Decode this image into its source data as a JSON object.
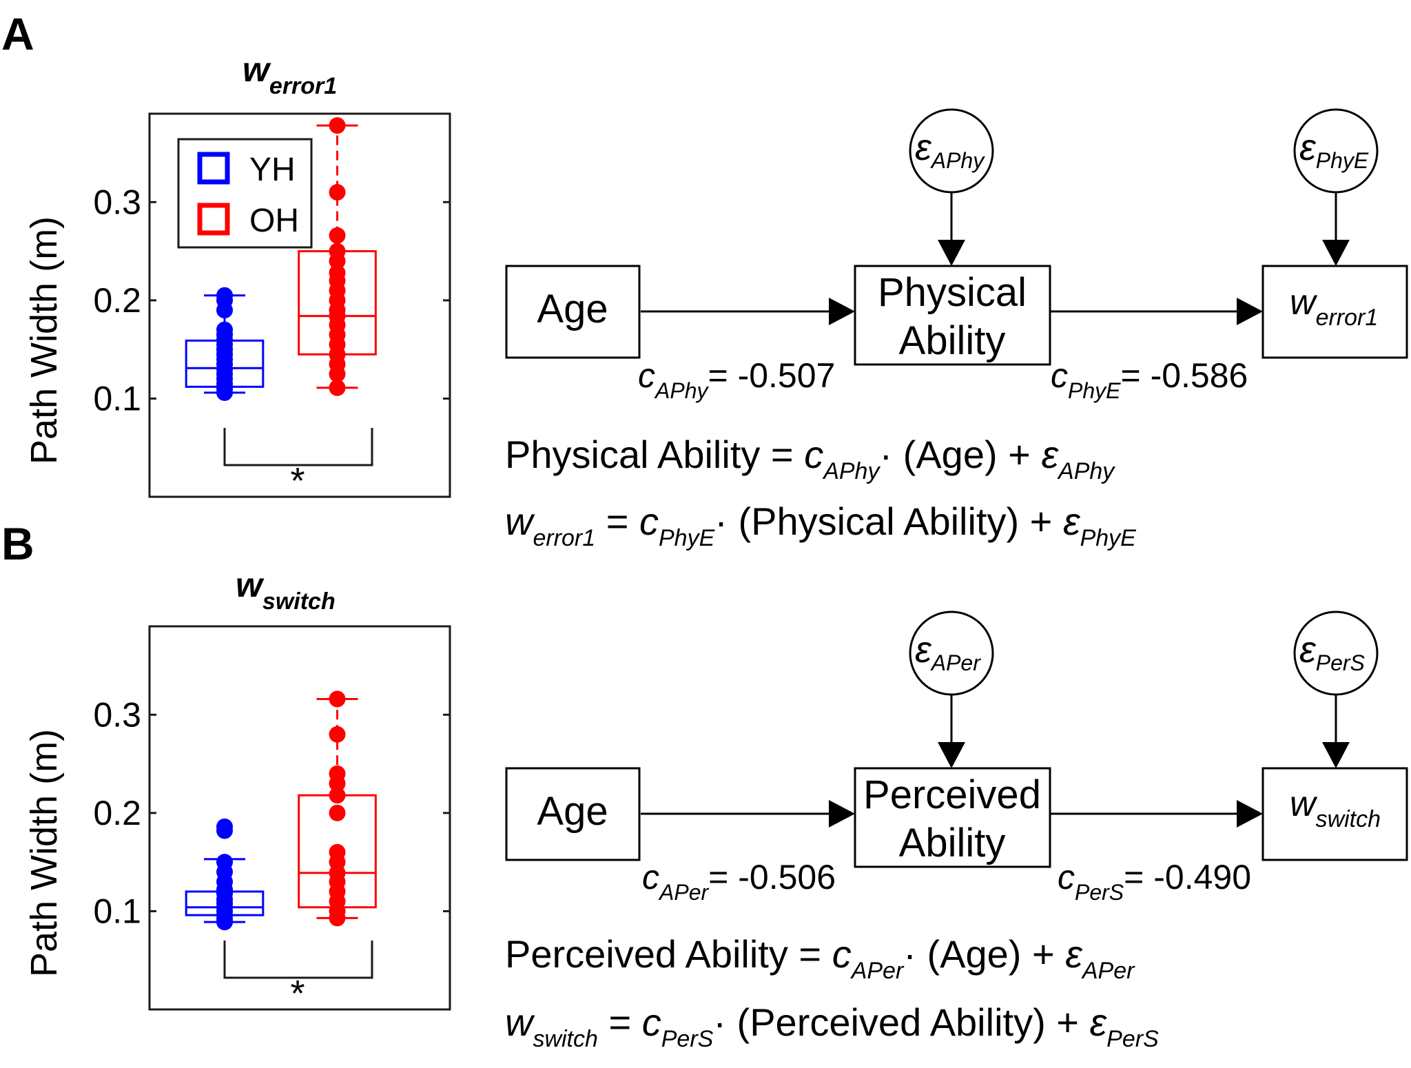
{
  "panel_a": {
    "letter": "A",
    "plot_title": {
      "main": "w",
      "sub": "error1"
    },
    "legend": [
      "YH",
      "OH"
    ],
    "significance": "*",
    "diagram": {
      "age_label": "Age",
      "mediator_line1": "Physical",
      "mediator_line2": "Ability",
      "outcome": {
        "main": "w",
        "sub": "error1"
      },
      "eps1": {
        "main": "ε",
        "sub": "APhy"
      },
      "eps2": {
        "main": "ε",
        "sub": "PhyE"
      },
      "coef1": {
        "main": "c",
        "sub": "APhy",
        "value": "= -0.507"
      },
      "coef2": {
        "main": "c",
        "sub": "PhyE",
        "value": "= -0.586"
      }
    },
    "equations": {
      "eq1": {
        "lhs": "Physical Ability = ",
        "c": "c",
        "c_sub": "APhy",
        "mid": "· (Age) + ",
        "e": "ε",
        "e_sub": "APhy"
      },
      "eq2": {
        "w": "w",
        "w_sub": "error1",
        "eq": " = ",
        "c": "c",
        "c_sub": "PhyE",
        "mid": "· (Physical Ability) + ",
        "e": "ε",
        "e_sub": "PhyE"
      }
    }
  },
  "panel_b": {
    "letter": "B",
    "plot_title": {
      "main": "w",
      "sub": "switch"
    },
    "significance": "*",
    "diagram": {
      "age_label": "Age",
      "mediator_line1": "Perceived",
      "mediator_line2": "Ability",
      "outcome": {
        "main": "w",
        "sub": "switch"
      },
      "eps1": {
        "main": "ε",
        "sub": "APer"
      },
      "eps2": {
        "main": "ε",
        "sub": "PerS"
      },
      "coef1": {
        "main": "c",
        "sub": "APer",
        "value": "= -0.506"
      },
      "coef2": {
        "main": "c",
        "sub": "PerS",
        "value": "= -0.490"
      }
    },
    "equations": {
      "eq1": {
        "lhs": "Perceived Ability = ",
        "c": "c",
        "c_sub": "APer",
        "mid": "· (Age) + ",
        "e": "ε",
        "e_sub": "APer"
      },
      "eq2": {
        "w": "w",
        "w_sub": "switch",
        "eq": " = ",
        "c": "c",
        "c_sub": "PerS",
        "mid": "· (Perceived Ability) + ",
        "e": "ε",
        "e_sub": "PerS"
      }
    }
  },
  "colors": {
    "YH": "#0000ff",
    "OH": "#ff0000",
    "axis": "#000000"
  },
  "chart_data": [
    {
      "type": "box",
      "title": "w error1",
      "ylabel": "Path Width (m)",
      "yticks": [
        0.1,
        0.2,
        0.3
      ],
      "ylim": [
        0.0,
        0.39
      ],
      "legend": "top-left",
      "series": [
        {
          "name": "YH",
          "color": "#0000ff",
          "whisker_low": 0.106,
          "q1": 0.112,
          "median": 0.131,
          "q3": 0.159,
          "whisker_high": 0.205,
          "points": [
            0.205,
            0.2,
            0.19,
            0.17,
            0.165,
            0.16,
            0.155,
            0.15,
            0.145,
            0.14,
            0.135,
            0.13,
            0.125,
            0.12,
            0.115,
            0.11,
            0.106
          ]
        },
        {
          "name": "OH",
          "color": "#ff0000",
          "whisker_low": 0.111,
          "q1": 0.145,
          "median": 0.184,
          "q3": 0.25,
          "whisker_high": 0.378,
          "points": [
            0.378,
            0.31,
            0.266,
            0.25,
            0.24,
            0.228,
            0.22,
            0.21,
            0.2,
            0.19,
            0.184,
            0.175,
            0.165,
            0.155,
            0.145,
            0.135,
            0.125,
            0.111
          ]
        }
      ]
    },
    {
      "type": "box",
      "title": "w switch",
      "ylabel": "Path Width (m)",
      "yticks": [
        0.1,
        0.2,
        0.3
      ],
      "ylim": [
        0.0,
        0.39
      ],
      "series": [
        {
          "name": "YH",
          "color": "#0000ff",
          "whisker_low": 0.089,
          "q1": 0.096,
          "median": 0.104,
          "q3": 0.12,
          "whisker_high": 0.153,
          "points": [
            0.186,
            0.182,
            0.15,
            0.14,
            0.13,
            0.122,
            0.118,
            0.112,
            0.108,
            0.104,
            0.1,
            0.096,
            0.092,
            0.089
          ]
        },
        {
          "name": "OH",
          "color": "#ff0000",
          "whisker_low": 0.093,
          "q1": 0.104,
          "median": 0.139,
          "q3": 0.218,
          "whisker_high": 0.316,
          "points": [
            0.316,
            0.28,
            0.24,
            0.23,
            0.218,
            0.2,
            0.16,
            0.15,
            0.139,
            0.13,
            0.12,
            0.11,
            0.1,
            0.093
          ]
        }
      ]
    }
  ]
}
